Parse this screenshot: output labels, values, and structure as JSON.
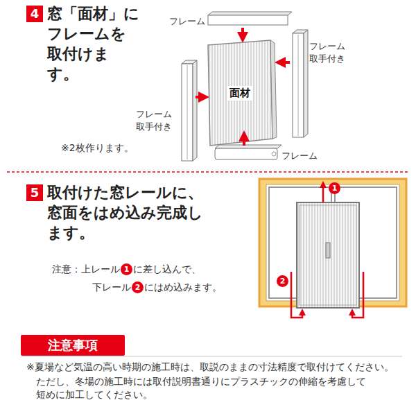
{
  "diagram": {
    "nodes": [
      {
        "text": [
          "4",
          "窓「面材」にフレームを取付けます。"
        ]
      },
      {
        "text": [
          "面材"
        ]
      },
      {
        "text": [
          "5",
          "取付けた窓レールに、窓面をはめ込み完成します。"
        ]
      },
      {
        "text": [
          "1"
        ]
      },
      {
        "text": [
          "2"
        ]
      },
      {
        "text": [
          "1"
        ]
      },
      {
        "text": [
          "2"
        ]
      },
      {
        "text": [
          "注意事項"
        ]
      }
    ],
    "labels": [
      "フレーム",
      "フレーム取手付き",
      "フレーム取手付き",
      "フレーム",
      "※2枚作ります。",
      "注意：上レール",
      "に差し込んで、",
      "下レール",
      "にはめ込みます。",
      "※夏場など気温の高い時期の施工時は、取説のままの寸法精度で取付けてください。",
      "ただし、冬場の施工時には取付説明書通りにプラスチックの伸縮を考慮して短めに加工してください。"
    ]
  }
}
